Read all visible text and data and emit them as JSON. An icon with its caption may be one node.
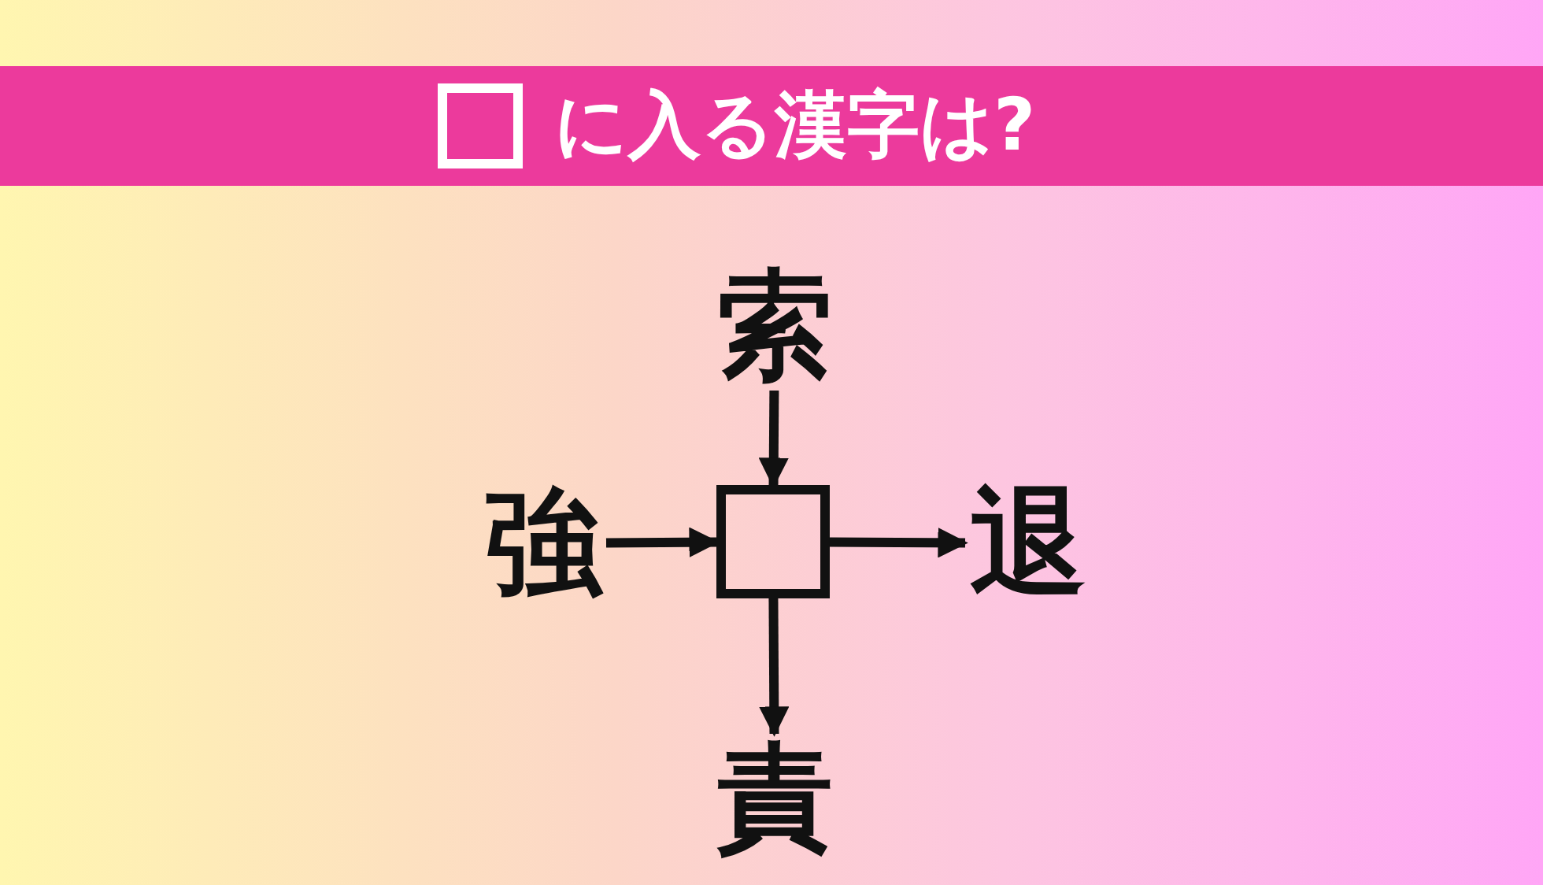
{
  "diagram": {
    "title": "に入る漢字は?",
    "nodes": [
      {
        "text": [
          "索"
        ]
      },
      {
        "text": [
          "強"
        ]
      },
      {
        "text": [],
        "shape": "box"
      },
      {
        "text": [
          "退"
        ]
      },
      {
        "text": [
          "責"
        ]
      }
    ],
    "edges": [
      {
        "from": 0,
        "to": 2,
        "arrow": "to"
      },
      {
        "from": 1,
        "to": 2,
        "arrow": "to"
      },
      {
        "from": 2,
        "to": 3,
        "arrow": "to"
      },
      {
        "from": 2,
        "to": 4,
        "arrow": "to"
      }
    ]
  }
}
